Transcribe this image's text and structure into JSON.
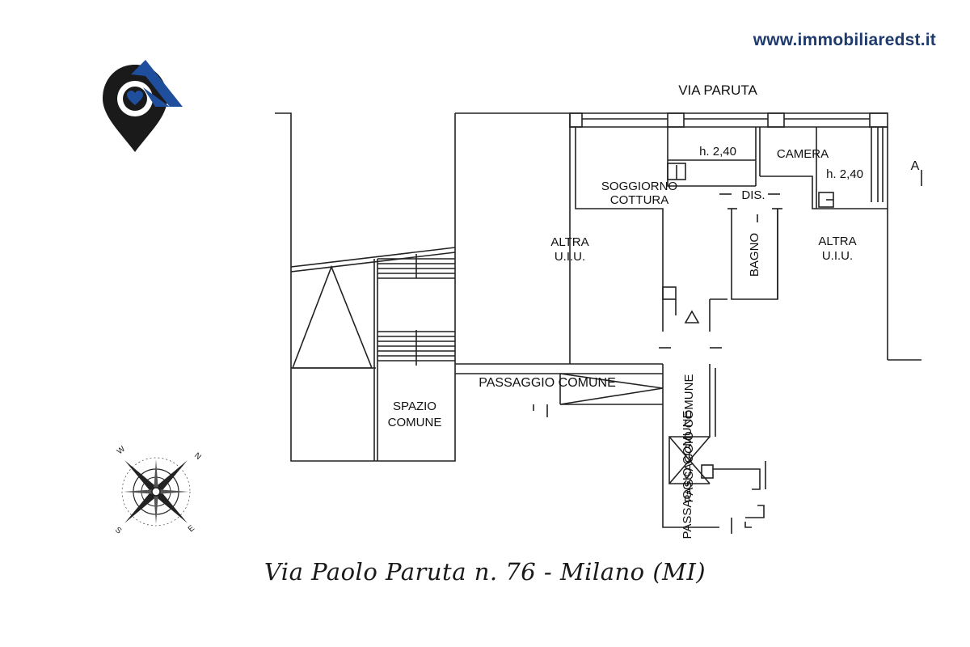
{
  "header": {
    "website": "www.immobiliaredst.it"
  },
  "logo": {
    "icon": "location-pin-house-heart-icon",
    "colors": {
      "dark": "#1a1a1a",
      "blue": "#1f4e9c"
    }
  },
  "compass": {
    "icon": "compass-rose-icon",
    "labels": {
      "north": "N",
      "south": "S",
      "east": "E",
      "west": "W"
    }
  },
  "floor_plan": {
    "street_label": "VIA PARUTA",
    "cut_label": "A",
    "rooms": {
      "living_line1": "SOGGIORNO",
      "living_line2": "COTTURA",
      "living_height": "h. 2,40",
      "bedroom": "CAMERA",
      "bedroom_height": "h. 2,40",
      "hallway": "DIS.",
      "bathroom": "BAGNO",
      "other_unit_left_line1": "ALTRA",
      "other_unit_left_line2": "U.I.U.",
      "other_unit_right_line1": "ALTRA",
      "other_unit_right_line2": "U.I.U.",
      "common_passage_horizontal": "PASSAGGIO COMUNE",
      "common_passage_vertical_1": "PASSAGGIO COMUNE",
      "common_passage_vertical_2": "PASSAGGIO COMUNE",
      "common_space_line1": "SPAZIO",
      "common_space_line2": "COMUNE"
    },
    "line_color": "#222222"
  },
  "caption": {
    "address": "Via Paolo Paruta n. 76 - Milano (MI)"
  }
}
